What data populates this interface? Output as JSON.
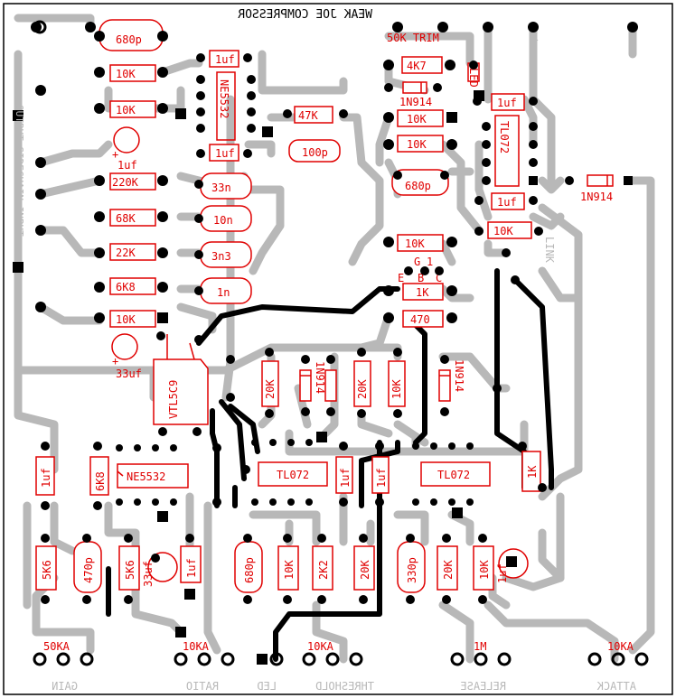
{
  "title": "WEAK JOE COMPRESSOR",
  "left_edge_text": "OUTPUT-SIDECHAIN+INPUT-",
  "right_text": "LINK",
  "trim_label": "50K TRIM",
  "supply": {
    "plus": "+",
    "minus": "-"
  },
  "pins": {
    "g": "G",
    "one": "1",
    "e": "E",
    "b": "B",
    "c": "C"
  },
  "colors": {
    "trace": "#b8b8b8",
    "silk": "#e00000",
    "pad": "#000000",
    "jumper": "#000000"
  },
  "pots": [
    {
      "value": "50KA",
      "name": "GAIN"
    },
    {
      "value": "10KA",
      "name": "RATIO"
    },
    {
      "value": "",
      "name": "LED"
    },
    {
      "value": "10KA",
      "name": "THRESHOLD"
    },
    {
      "value": "1M",
      "name": "RELEASE"
    },
    {
      "value": "10KA",
      "name": "ATTACK"
    }
  ],
  "components": {
    "c680p_top": "680p",
    "r10k_a": "10K",
    "r10k_b": "10K",
    "c1uf_a": "1uf",
    "r220k": "220K",
    "r68k": "68K",
    "r22k": "22K",
    "r6k8_h": "6K8",
    "r10k_c": "10K",
    "c33uf": "33uf",
    "c1uf_top": "1uf",
    "ic_ne5532_v": "NE5532",
    "c1uf_mid": "1uf",
    "c33n": "33n",
    "c10n": "10n",
    "c3n3": "3n3",
    "c1n": "1n",
    "r47k": "47K",
    "c100p": "100p",
    "r4k7": "4K7",
    "d1n914_a": "1N914",
    "led": "LED",
    "r10k_d": "10K",
    "r10k_e": "10K",
    "c680p_r": "680p",
    "c1uf_r1": "1uf",
    "ic_tl072_v": "TL072",
    "c1uf_r2": "1uf",
    "d1n914_b": "1N914",
    "r10k_f": "10K",
    "r10k_g": "10K",
    "r1k_h": "1K",
    "r470": "470",
    "vtl5c9": "VTL5C9",
    "r20k_a": "20K",
    "d1n914_c": "1N914",
    "r20k_b": "20K",
    "r10k_h": "10K",
    "d1n914_d": "1N914",
    "c1uf_v1": "1uf",
    "r6k8_v": "6K8",
    "ic_ne5532_h": "NE5532",
    "ic_tl072_h1": "TL072",
    "c1uf_v2": "1uf",
    "c1uf_v3": "1uf",
    "ic_tl072_h2": "TL072",
    "r1k_v": "1K",
    "r5k6_a": "5K6",
    "c470p": "470p",
    "r5k6_b": "5K6",
    "c33uf_b": "33uf",
    "c1uf_v4": "1uf",
    "c680p_b": "680p",
    "r10k_i": "10K",
    "r2k2": "2K2",
    "r20k_c": "20K",
    "c330p": "330p",
    "r20k_d": "20K",
    "r10k_j": "10K",
    "c1uf_b": "1uf"
  }
}
